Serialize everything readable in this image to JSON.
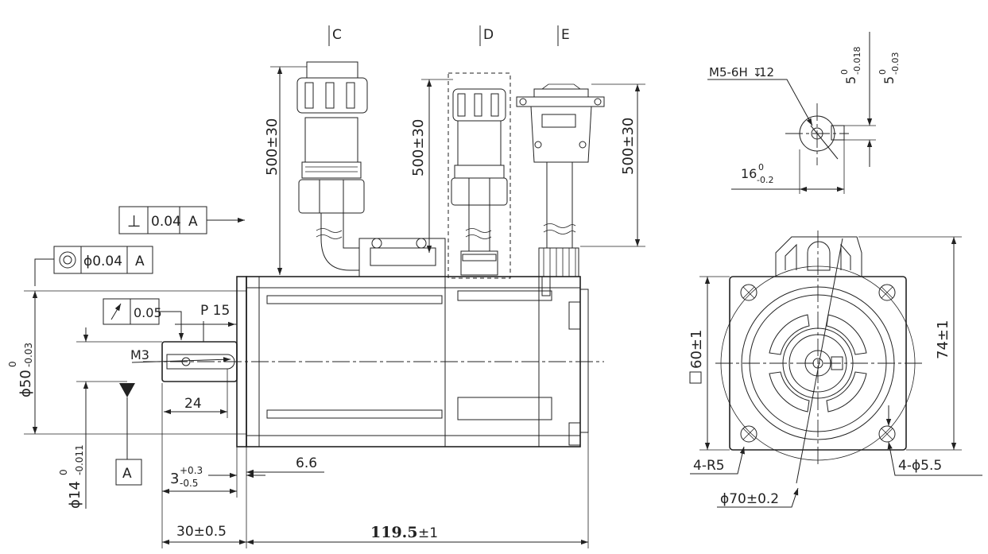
{
  "labels": {
    "view_c": "C",
    "view_d": "D",
    "view_e": "E",
    "cable_c": "500±30",
    "cable_d": "500±30",
    "cable_e": "500±30",
    "perp_sym": "⊥",
    "perp_tol": "0.04",
    "perp_datum": "A",
    "conc_tol": "ϕ0.04",
    "conc_datum": "A",
    "runout_tol": "0.05",
    "p15": "P 15",
    "m3": "M3",
    "d24": "24",
    "d50": "ϕ50",
    "d50_upper": "0",
    "d50_lower": "-0.03",
    "d14": "ϕ14",
    "d14_upper": "0",
    "d14_lower": "-0.011",
    "datum_a": "A",
    "d3": "3",
    "d3_upper": "+0.3",
    "d3_lower": "-0.5",
    "d66": "6.6",
    "d30": "30±0.5",
    "d1195": "119.5",
    "d1195_tol": "±1",
    "m5": "M5-6H",
    "m5_depth": "12",
    "key_w1": "5",
    "key_w1_upper": "0",
    "key_w1_lower": "-0.018",
    "key_w2": "5",
    "key_w2_upper": "0",
    "key_w2_lower": "-0.03",
    "d16": "16",
    "d16_upper": "0",
    "d16_lower": "-0.2",
    "sq60": "60±1",
    "d74": "74±1",
    "r5": "4-R5",
    "h55": "4-ϕ5.5",
    "d70": "ϕ70±0.2"
  }
}
